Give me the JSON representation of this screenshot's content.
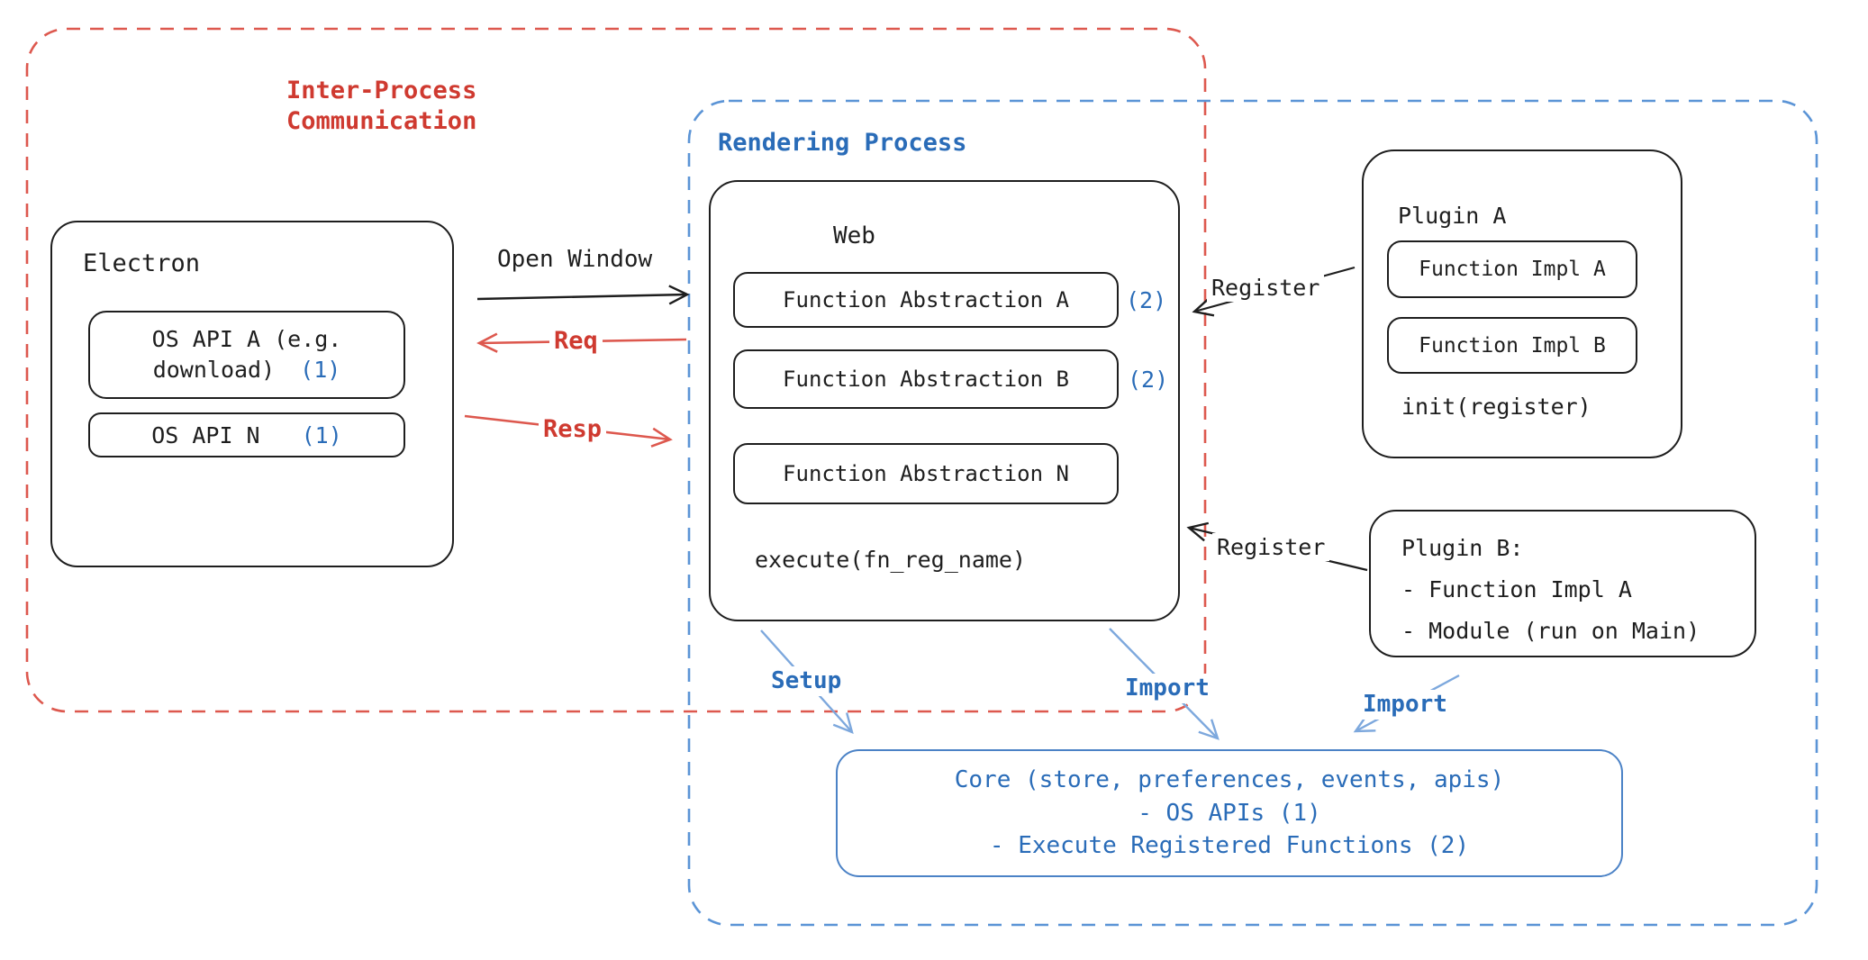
{
  "ipc_region": {
    "title_line1": "Inter-Process",
    "title_line2": "Communication"
  },
  "rendering_region": {
    "title": "Rendering Process"
  },
  "electron": {
    "title": "Electron",
    "api_a_line1": "OS API A (e.g.",
    "api_a_line2": "download)",
    "api_a_ref": "(1)",
    "api_n": "OS API N",
    "api_n_ref": "(1)"
  },
  "web": {
    "title": "Web",
    "abstraction_a": "Function Abstraction A",
    "abstraction_a_ref": "(2)",
    "abstraction_b": "Function Abstraction B",
    "abstraction_b_ref": "(2)",
    "abstraction_n": "Function Abstraction N",
    "execute": "execute(fn_reg_name)"
  },
  "plugin_a": {
    "title": "Plugin A",
    "impl_a": "Function Impl A",
    "impl_b": "Function Impl B",
    "init": "init(register)"
  },
  "plugin_b": {
    "line1": "Plugin B:",
    "line2": "- Function Impl A",
    "line3": "- Module (run on Main)"
  },
  "core": {
    "line1": "Core (store, preferences, events, apis)",
    "line2": "- OS APIs (1)",
    "line3": "- Execute Registered Functions (2)"
  },
  "labels": {
    "open_window": "Open Window",
    "req": "Req",
    "resp": "Resp",
    "register_plugin_a": "Register",
    "register_plugin_b": "Register",
    "setup": "Setup",
    "import_web": "Import",
    "import_plugin_b": "Import"
  },
  "colors": {
    "ink": "#1e1e1e",
    "red_text": "#cf3a30",
    "red_stroke": "#dd584e",
    "blue_text": "#2a6cb8",
    "blue_dash": "#5b94d6",
    "blue_arrow": "#7da8dd",
    "core_border": "#4b82c6"
  }
}
